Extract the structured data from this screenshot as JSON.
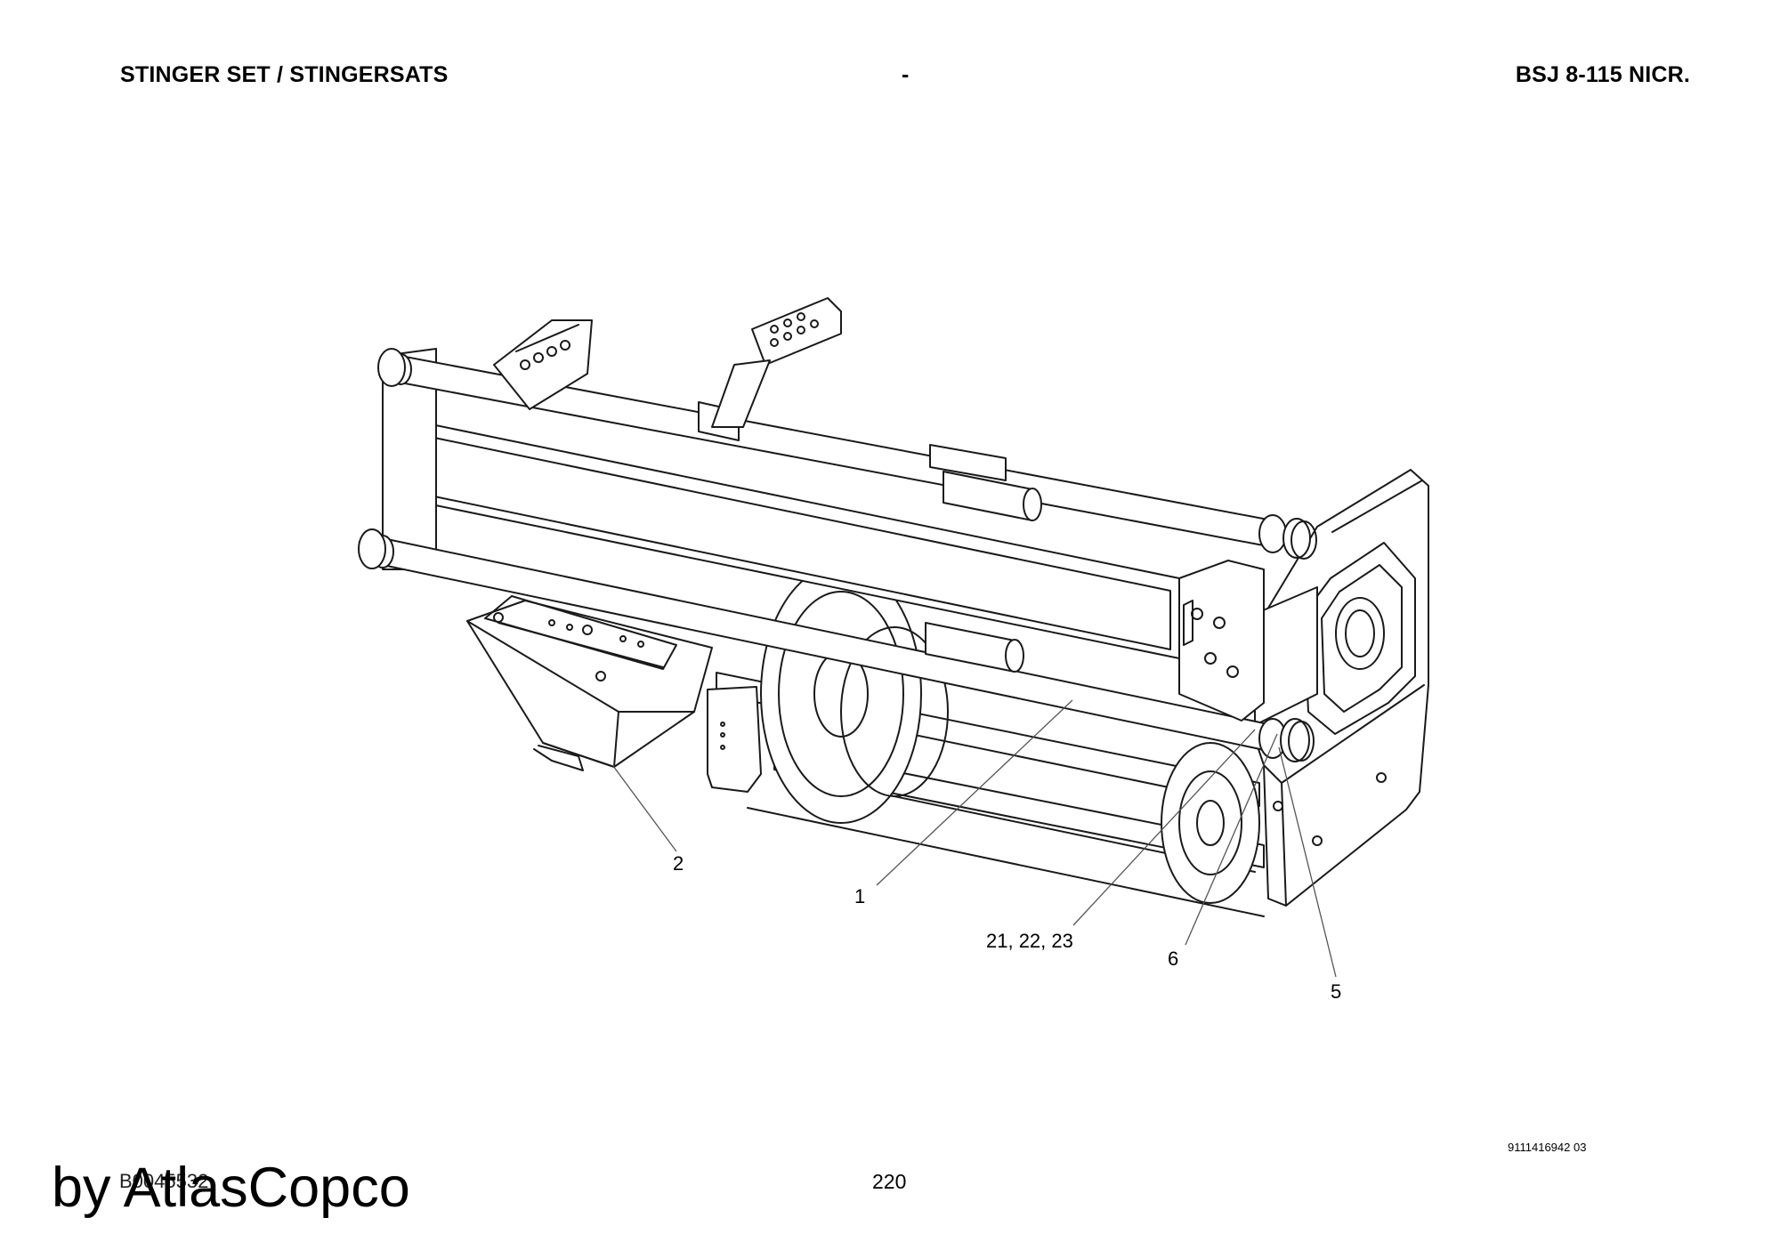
{
  "header": {
    "title": "STINGER SET / STINGERSATS",
    "separator": "-",
    "model": "BSJ 8-115 NICR."
  },
  "callouts": [
    "2",
    "1",
    "21, 22, 23",
    "6",
    "5"
  ],
  "footer": {
    "doc_number": "9111416942 03",
    "drawing_number": "B0045532",
    "page_number": "220",
    "watermark": "by AtlasCopco"
  }
}
